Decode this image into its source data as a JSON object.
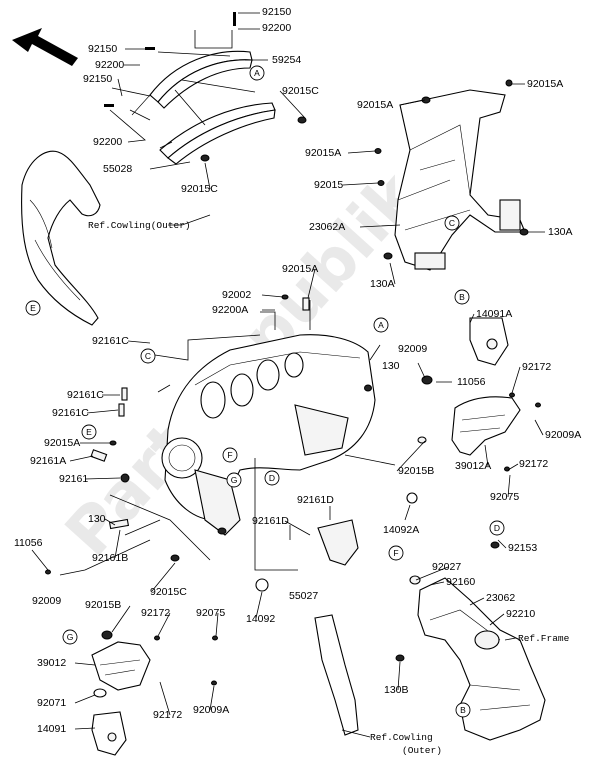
{
  "watermark": "Partsrepublik",
  "parts": {
    "p92150_top": "92150",
    "p92200_top": "92200",
    "p92150_l1": "92150",
    "p92200_l1": "92200",
    "p92150_l2": "92150",
    "p59254": "59254",
    "p92200_l2": "92200",
    "p55028": "55028",
    "p92015C_a": "92015C",
    "p92015C_b": "92015C",
    "p92015A_r1": "92015A",
    "p92015A_r2": "92015A",
    "p92015A_r3": "92015A",
    "p92015_r": "92015",
    "p23062A": "23062A",
    "p130A_r": "130A",
    "p130A_m": "130A",
    "ref_outer_top": "Ref.Cowling(Outer)",
    "p92015A_m": "92015A",
    "p92002": "92002",
    "p92200A": "92200A",
    "p14091A": "14091A",
    "p92161C_a": "92161C",
    "p92009_m": "92009",
    "p130_m": "130",
    "p11056_r": "11056",
    "p92172_r1": "92172",
    "p92161C_b": "92161C",
    "p92161C_c": "92161C",
    "p92009A_r": "92009A",
    "p92015A_l": "92015A",
    "p92161A": "92161A",
    "p92015B_r": "92015B",
    "p39012A": "39012A",
    "p92172_r2": "92172",
    "p92161": "92161",
    "p92075_r": "92075",
    "p92161D_a": "92161D",
    "p130_l": "130",
    "p14092A": "14092A",
    "p92161D_b": "92161D",
    "p11056_l": "11056",
    "p92161B": "92161B",
    "p92153": "92153",
    "p92009_l": "92009",
    "p92015C_c": "92015C",
    "p55027": "55027",
    "p92027": "92027",
    "p92160": "92160",
    "p23062": "23062",
    "p92015B_l": "92015B",
    "p92172_l": "92172",
    "p92075_l": "92075",
    "p14092": "14092",
    "p92210": "92210",
    "ref_frame": "Ref.Frame",
    "p39012": "39012",
    "p130B": "130B",
    "p92071": "92071",
    "p92172_b": "92172",
    "p92009A_b": "92009A",
    "p14091": "14091",
    "ref_outer_bottom_1": "Ref.Cowling",
    "ref_outer_bottom_2": "(Outer)"
  },
  "callouts": {
    "A1": "A",
    "A2": "A",
    "B1": "B",
    "B2": "B",
    "C1": "C",
    "C2": "C",
    "D1": "D",
    "D2": "D",
    "E1": "E",
    "E2": "E",
    "F1": "F",
    "F2": "F",
    "G1": "G",
    "G2": "G"
  }
}
